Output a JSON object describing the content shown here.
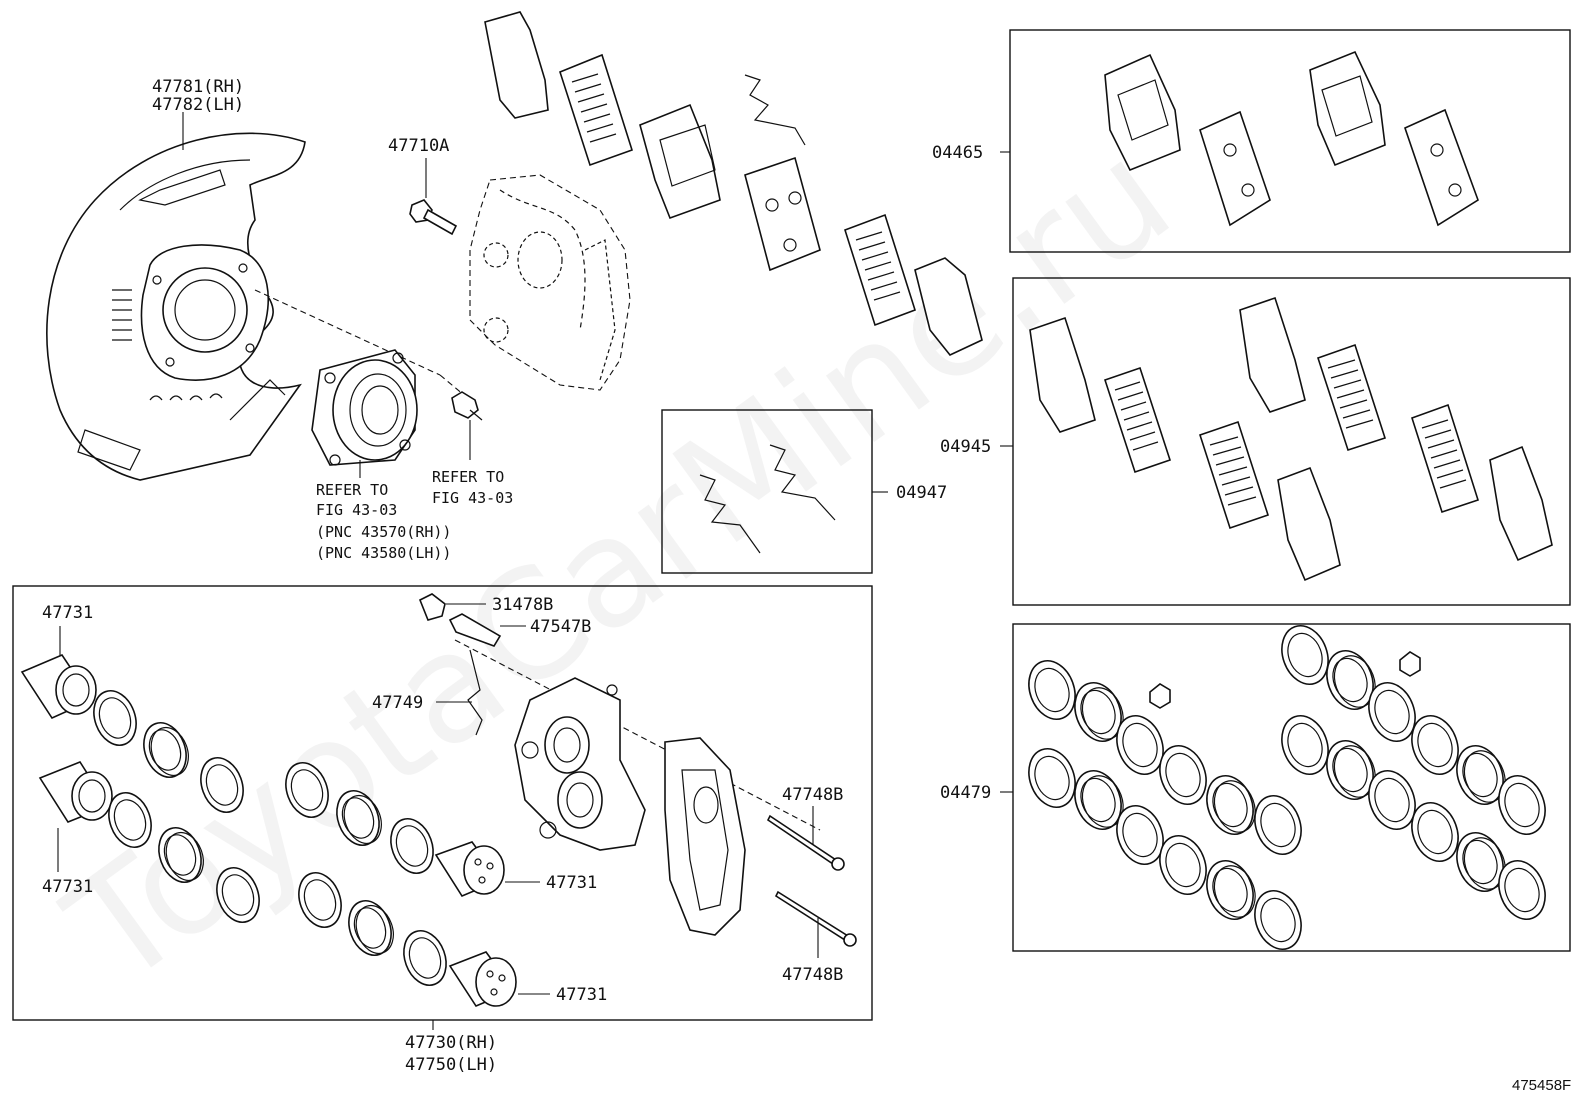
{
  "watermark": "ToyotaCarMine.ru",
  "figure_code": "475458F",
  "labels": {
    "p47781": "47781(RH)",
    "p47782": "47782(LH)",
    "p47710A": "47710A",
    "ref_fig_a_1": "REFER TO",
    "ref_fig_a_2": "FIG 43-03",
    "ref_pnc_1": "(PNC 43570(RH))",
    "ref_pnc_2": "(PNC 43580(LH))",
    "ref_fig_b_1": "REFER TO",
    "ref_fig_b_2": "FIG 43-03",
    "p04465": "04465",
    "p04945": "04945",
    "p04947": "04947",
    "p04479": "04479",
    "p31478B": "31478B",
    "p47547B": "47547B",
    "p47749": "47749",
    "p47731_a": "47731",
    "p47731_b": "47731",
    "p47731_c": "47731",
    "p47731_d": "47731",
    "p47748B_a": "47748B",
    "p47748B_b": "47748B",
    "p47730": "47730(RH)",
    "p47750": "47750(LH)"
  },
  "icons": {
    "dust_shield": "disc-brake-dust-cover-icon",
    "caliper": "brake-caliper-icon",
    "hub": "axle-hub-bearing-icon",
    "pad": "brake-pad-icon",
    "shim": "anti-squeal-shim-icon",
    "spring": "pad-support-spring-icon",
    "piston": "caliper-piston-icon",
    "seal": "piston-seal-ring-icon",
    "pin": "pad-retaining-pin-icon"
  },
  "colors": {
    "ink": "#111111",
    "paper": "#ffffff"
  }
}
